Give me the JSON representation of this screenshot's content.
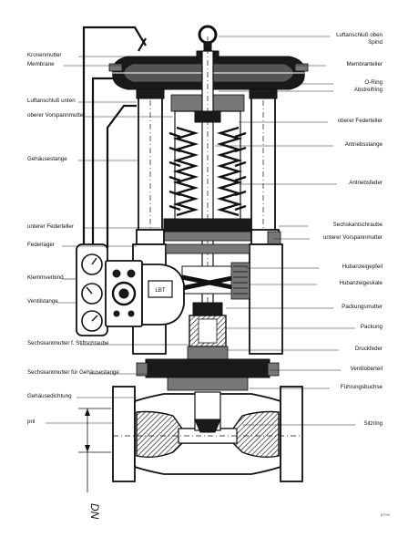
{
  "diagram": {
    "labels_left": [
      "Kronenmutter",
      "Membrane",
      "Luftanschluß unten",
      "oberer Vorspannmutter",
      "Gehäusestange",
      "unterer Federteller",
      "Federlager",
      "Klemmverbind",
      "Ventilstange",
      "Sechskantmutter f. Stiftschraube",
      "Sechskantmutter für Gehäusestange",
      "Gehäusedichtung",
      "pnl"
    ],
    "labels_right": [
      "Luftanschluß oben",
      "Spind",
      "Membranteller",
      "O-Ring",
      "Abstreifring",
      "oberer Federteller",
      "Antriebsstange",
      "Antriebsfeder",
      "Sechskantschraube",
      "unterer Vorspannmutter",
      "Hubanzeigepfeil",
      "Hubanzeigeskale",
      "Packungsmutter",
      "Packung",
      "Druckfeder",
      "Ventiloberteil",
      "Führungsbuchse",
      "Sitzring"
    ],
    "dimension_label": "DN",
    "positioner_text": "LBT",
    "corner_mark": "87/99"
  }
}
